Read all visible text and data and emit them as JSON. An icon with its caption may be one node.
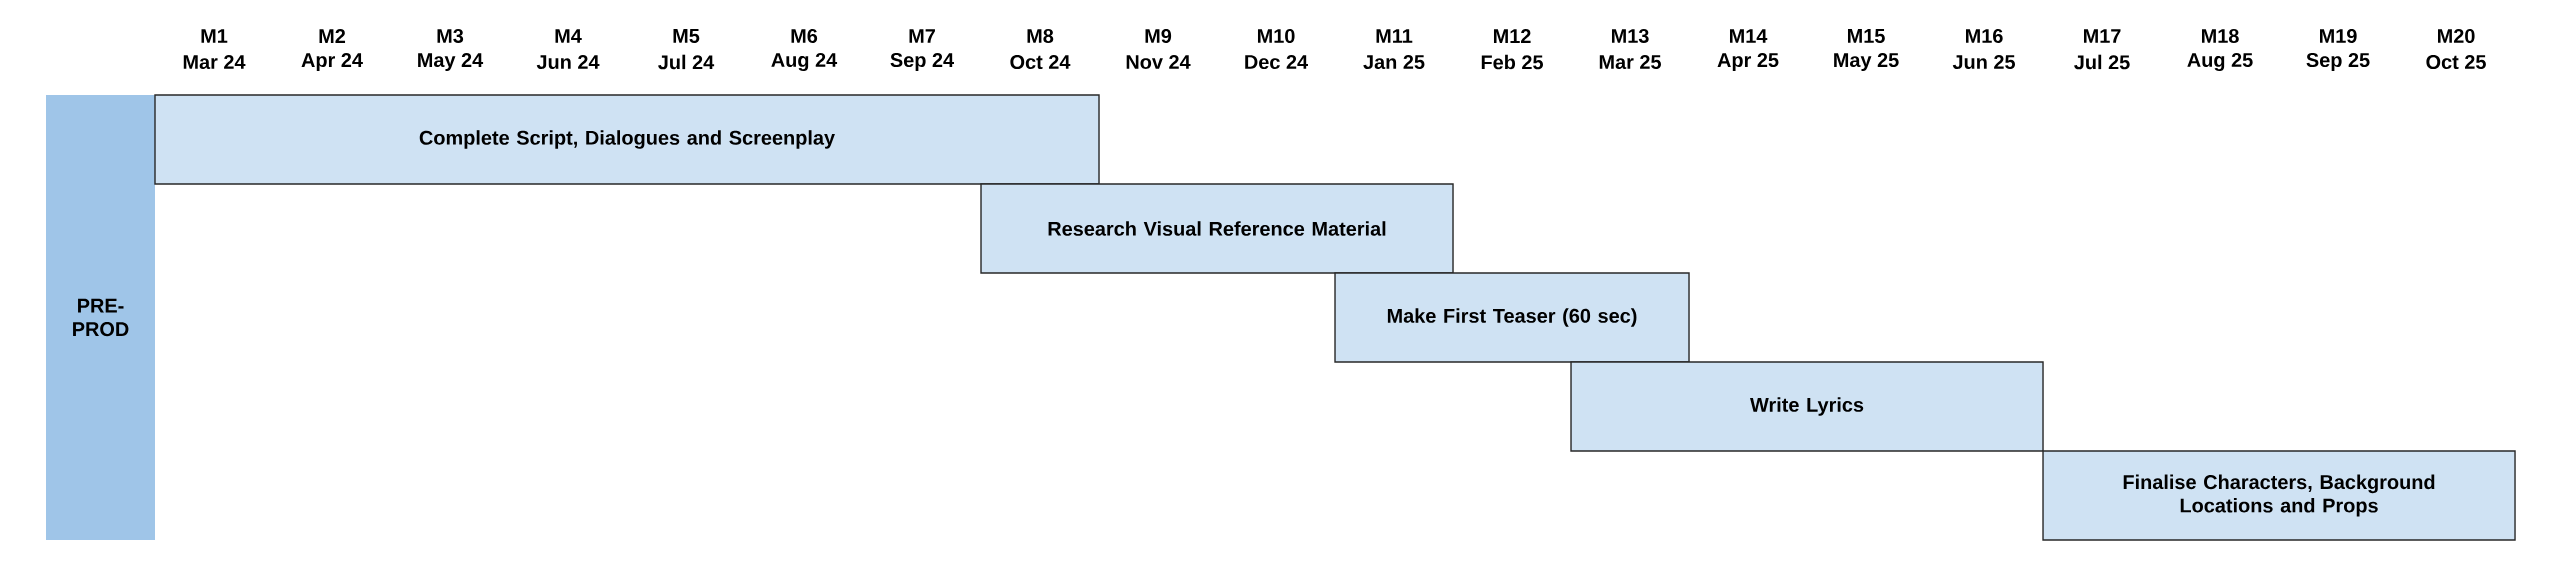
{
  "diagram": {
    "nodes": [
      {
        "text": [
          "PRE-PROD"
        ]
      },
      {
        "text": [
          "Complete Script, Dialogues and Screenplay"
        ]
      },
      {
        "text": [
          "Research Visual Reference Material"
        ]
      },
      {
        "text": [
          "Make First Teaser (60 sec)"
        ]
      },
      {
        "text": [
          "Write Lyrics"
        ]
      },
      {
        "text": [
          "Finalise Characters, Background Locations and Props"
        ]
      }
    ],
    "labels": [
      "M1",
      "M2",
      "M3",
      "M4",
      "M5",
      "M6",
      "M7",
      "M8",
      "M9",
      "M10",
      "M11",
      "M12",
      "M13",
      "M14",
      "M15",
      "M16",
      "M17",
      "M18",
      "M19",
      "M20",
      "Mar 24",
      "Apr 24",
      "May 24",
      "Jun 24",
      "Jul 24",
      "Aug 24",
      "Sep 24",
      "Oct 24",
      "Nov 24",
      "Dec 24",
      "Jan 25",
      "Feb 25",
      "Mar 25",
      "Apr 25",
      "May 25",
      "Jun 25",
      "Jul 25",
      "Aug 25",
      "Sep 25",
      "Oct 25"
    ]
  }
}
